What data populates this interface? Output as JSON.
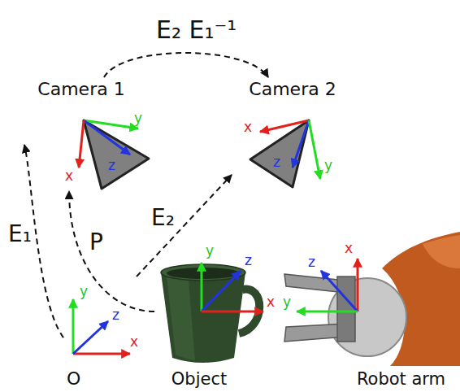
{
  "diagram": {
    "nodes": [
      {
        "text": [
          "Camera 1"
        ]
      },
      {
        "text": [
          "Camera 2"
        ]
      },
      {
        "text": [
          "O"
        ]
      },
      {
        "text": [
          "Object"
        ]
      },
      {
        "text": [
          "Robot arm"
        ]
      }
    ],
    "edges": [
      {
        "from": 0,
        "to": 1,
        "arrow": "to",
        "label": "E₂ E₁⁻¹"
      },
      {
        "from": 2,
        "to": 0,
        "arrow": "to",
        "label": "E₁"
      },
      {
        "from": 3,
        "to": 0,
        "arrow": "to",
        "label": "P"
      },
      {
        "from": 2,
        "to": 1,
        "arrow": "to",
        "label": "E₂"
      }
    ],
    "labels": [
      "y",
      "z",
      "x",
      "x",
      "z",
      "y",
      "y",
      "z",
      "x",
      "y",
      "z",
      "x",
      "x",
      "z",
      "y"
    ]
  }
}
